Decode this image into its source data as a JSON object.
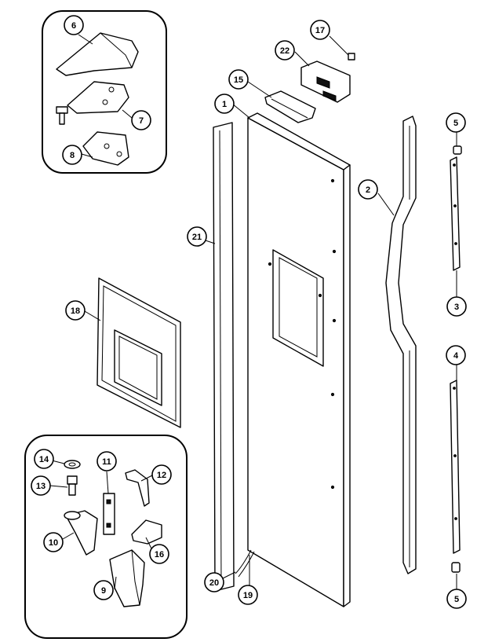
{
  "callouts": {
    "c1": "1",
    "c2": "2",
    "c3": "3",
    "c4": "4",
    "c5a": "5",
    "c5b": "5",
    "c6": "6",
    "c7": "7",
    "c8": "8",
    "c9": "9",
    "c10": "10",
    "c11": "11",
    "c12": "12",
    "c13": "13",
    "c14": "14",
    "c15": "15",
    "c16": "16",
    "c17": "17",
    "c18": "18",
    "c19": "19",
    "c20": "20",
    "c21": "21",
    "c22": "22"
  }
}
